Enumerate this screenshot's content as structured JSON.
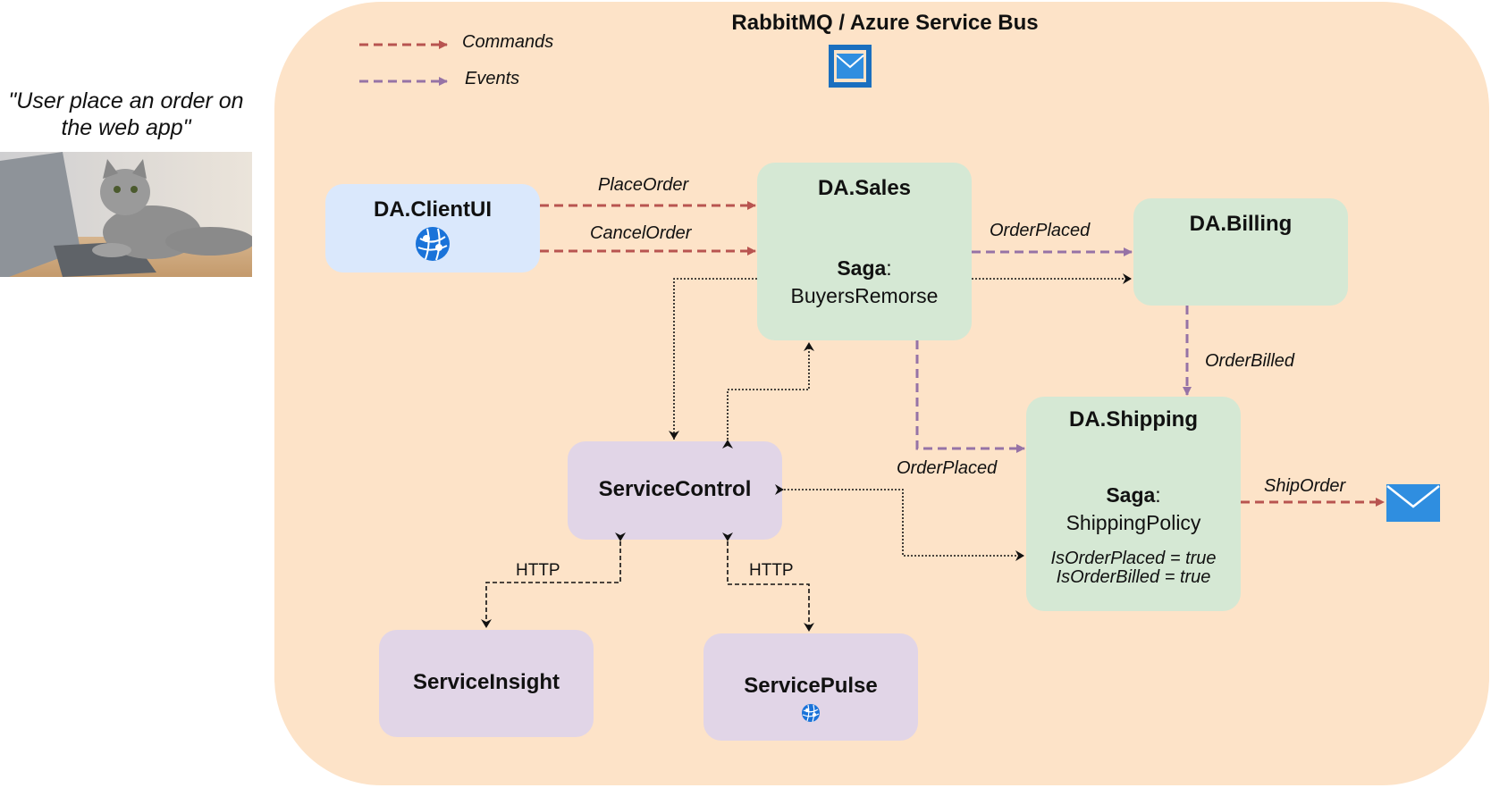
{
  "quote": "\"User place an order on the web app\"",
  "bus": {
    "title": "RabbitMQ / Azure Service Bus"
  },
  "legend": {
    "commands": "Commands",
    "events": "Events"
  },
  "nodes": {
    "client": {
      "title": "DA.ClientUI"
    },
    "sales": {
      "title": "DA.Sales",
      "saga_label": "Saga",
      "saga_name": "BuyersRemorse"
    },
    "billing": {
      "title": "DA.Billing"
    },
    "shipping": {
      "title": "DA.Shipping",
      "saga_label": "Saga",
      "saga_name": "ShippingPolicy",
      "state1": "IsOrderPlaced = true",
      "state2": "IsOrderBilled = true"
    },
    "control": {
      "title": "ServiceControl"
    },
    "insight": {
      "title": "ServiceInsight"
    },
    "pulse": {
      "title": "ServicePulse"
    }
  },
  "edges": {
    "place_order": "PlaceOrder",
    "cancel_order": "CancelOrder",
    "order_placed_billing": "OrderPlaced",
    "order_billed": "OrderBilled",
    "order_placed_shipping": "OrderPlaced",
    "ship_order": "ShipOrder",
    "http_insight": "HTTP",
    "http_pulse": "HTTP"
  },
  "colors": {
    "command": "#b85450",
    "event": "#9673a6",
    "bus": "#fde3c8",
    "client": "#dae8fc",
    "endpoint": "#d5e8d4",
    "platform": "#e1d5e7"
  },
  "icons": [
    "cat-photo",
    "service-bus-icon",
    "web-app-icon",
    "envelope-icon"
  ]
}
